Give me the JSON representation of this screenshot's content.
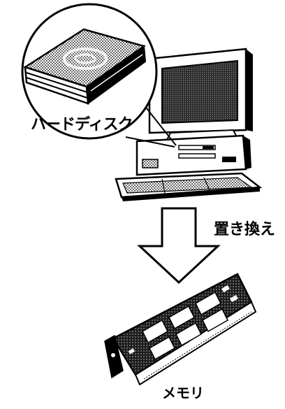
{
  "labels": {
    "hard_disk": "ハードディスク",
    "replace": "置き換え",
    "memory": "メモリ"
  },
  "colors": {
    "ink": "#000000",
    "paper": "#ffffff",
    "screen": "#2a2a2a",
    "board": "#1c1c1c",
    "dot_fill": "#9a9a9a"
  },
  "icons": {
    "hard_disk": "hard-disk-icon",
    "computer": "desktop-computer-icon",
    "arrow": "down-arrow-icon",
    "memory": "memory-module-icon"
  }
}
